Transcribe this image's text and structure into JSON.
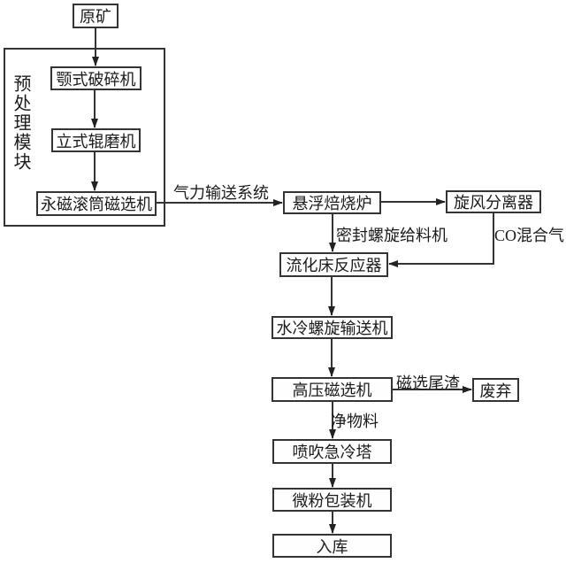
{
  "diagram": {
    "type": "flowchart",
    "language": "zh-CN",
    "description": "Mineral processing / suspension roasting process flow diagram",
    "colors": {
      "background": "#ffffff",
      "node_border": "#343434",
      "node_fill": "#fefefe",
      "line": "#343434",
      "text": "#1b1b1b"
    },
    "group": {
      "label": "预处理模块"
    },
    "nodes": {
      "raw_ore": {
        "label": "原矿"
      },
      "jaw_crusher": {
        "label": "颚式破碎机"
      },
      "vertical_roller_mill": {
        "label": "立式辊磨机"
      },
      "drum_magnetic_separator": {
        "label": "永磁滚筒磁选机"
      },
      "suspension_roasting_furnace": {
        "label": "悬浮焙烧炉"
      },
      "cyclone_separator": {
        "label": "旋风分离器"
      },
      "fluidized_bed_reactor": {
        "label": "流化床反应器"
      },
      "water_cooled_screw_conveyor": {
        "label": "水冷螺旋输送机"
      },
      "high_pressure_magnetic_separator": {
        "label": "高压磁选机"
      },
      "discard": {
        "label": "废弃"
      },
      "quench_tower": {
        "label": "喷吹急冷塔"
      },
      "powder_packaging_machine": {
        "label": "微粉包装机"
      },
      "warehouse": {
        "label": "入库"
      }
    },
    "edges": [
      {
        "from": "raw_ore",
        "to": "jaw_crusher",
        "label": ""
      },
      {
        "from": "jaw_crusher",
        "to": "vertical_roller_mill",
        "label": ""
      },
      {
        "from": "vertical_roller_mill",
        "to": "drum_magnetic_separator",
        "label": ""
      },
      {
        "from": "drum_magnetic_separator",
        "to": "suspension_roasting_furnace",
        "label": "气力输送系统"
      },
      {
        "from": "suspension_roasting_furnace",
        "to": "cyclone_separator",
        "label": ""
      },
      {
        "from": "suspension_roasting_furnace",
        "to": "fluidized_bed_reactor",
        "label": "密封螺旋给料机"
      },
      {
        "from": "cyclone_separator",
        "to": "fluidized_bed_reactor",
        "label": "CO混合气"
      },
      {
        "from": "fluidized_bed_reactor",
        "to": "water_cooled_screw_conveyor",
        "label": ""
      },
      {
        "from": "water_cooled_screw_conveyor",
        "to": "high_pressure_magnetic_separator",
        "label": ""
      },
      {
        "from": "high_pressure_magnetic_separator",
        "to": "discard",
        "label": "磁选尾渣"
      },
      {
        "from": "high_pressure_magnetic_separator",
        "to": "quench_tower",
        "label": "净物料"
      },
      {
        "from": "quench_tower",
        "to": "powder_packaging_machine",
        "label": ""
      },
      {
        "from": "powder_packaging_machine",
        "to": "warehouse",
        "label": ""
      }
    ]
  }
}
